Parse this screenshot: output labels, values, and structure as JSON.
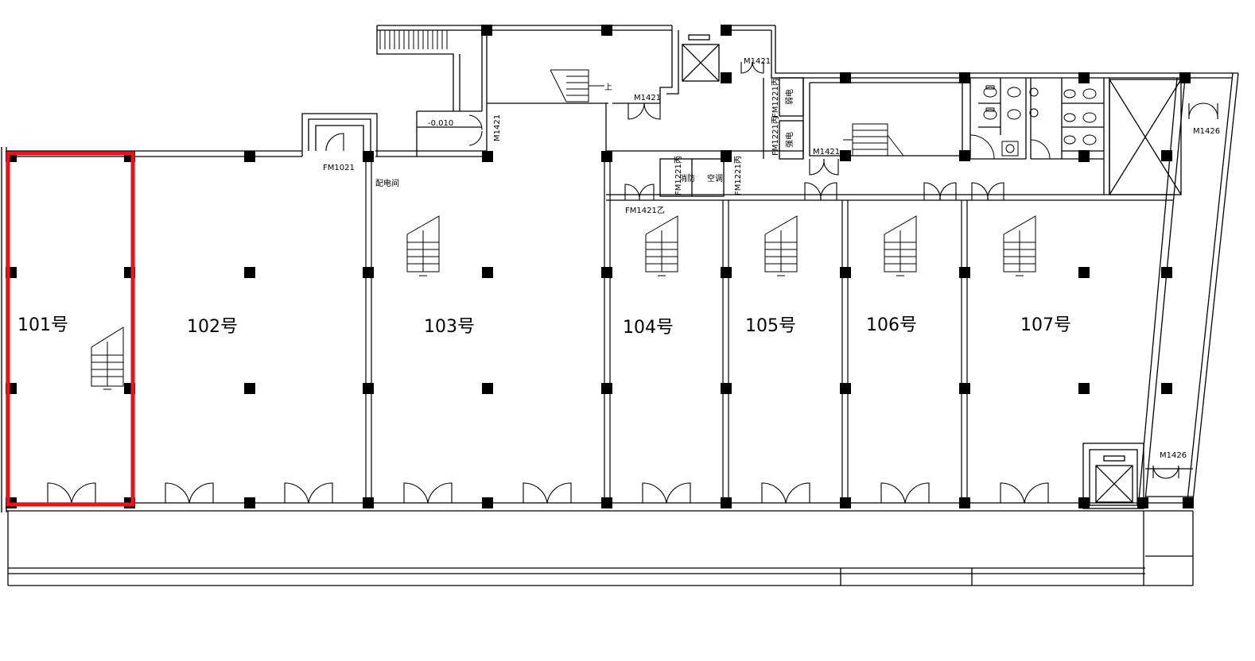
{
  "units": [
    {
      "id": "101",
      "label": "101号",
      "highlighted": true
    },
    {
      "id": "102",
      "label": "102号"
    },
    {
      "id": "103",
      "label": "103号"
    },
    {
      "id": "104",
      "label": "104号"
    },
    {
      "id": "105",
      "label": "105号"
    },
    {
      "id": "106",
      "label": "106号"
    },
    {
      "id": "107",
      "label": "107号"
    }
  ],
  "annotations": {
    "door_fm1021": "FM1021",
    "room_power": "配电间",
    "elevation": "-0.010",
    "door_m1421_vertical": "M1421",
    "door_m1421_center": "M1421",
    "door_m1421_top": "M1421",
    "door_m1421_core": "M1421",
    "door_fm1421_b": "FM1421乙",
    "door_fm1221_a": "FM1221丙",
    "room_fire": "消防",
    "room_ac": "空调",
    "door_fm1221_b": "FM1221丙",
    "door_fm1221_c": "FM1221丙",
    "room_weak": "弱电",
    "door_fm1221_d": "FM1221丙",
    "room_strong": "强电",
    "door_m1426_top": "M1426",
    "door_m1426_bottom": "M1426",
    "stair_up": "上"
  },
  "colors": {
    "highlight": "#e8141c",
    "line": "#000000",
    "column": "#000000"
  }
}
